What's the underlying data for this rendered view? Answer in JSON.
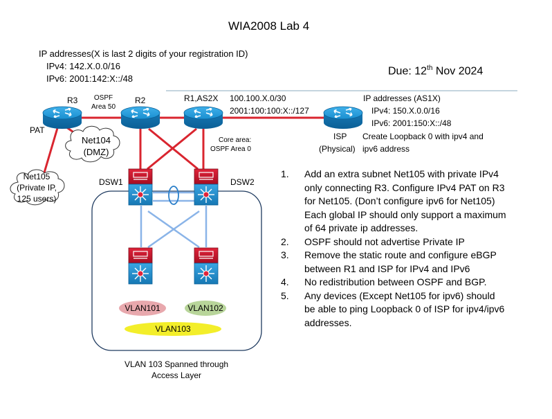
{
  "title": "WIA2008 Lab 4",
  "ip_block": {
    "heading": "IP addresses(X is last 2 digits of your registration ID)",
    "ipv4": "IPv4: 142.X.0.0/16",
    "ipv6": "IPv6: 2001:142:X::/48"
  },
  "due": {
    "prefix": "Due: 12",
    "sup": "th",
    "suffix": " Nov 2024"
  },
  "devices": {
    "r3": "R3",
    "r2": "R2",
    "r1": "R1,AS2X",
    "isp_line1": "ISP",
    "isp_line2": "(Physical)",
    "dsw1": "DSW1",
    "dsw2": "DSW2",
    "pat": "PAT"
  },
  "labels": {
    "ospf_area50_line1": "OSPF",
    "ospf_area50_line2": "Area 50",
    "link_ipv4": "100.100.X.0/30",
    "link_ipv6": "2001:100:100:X::/127",
    "core_line1": "Core area:",
    "core_line2": "OSPF Area 0",
    "net104_line1": "Net104",
    "net104_line2": "(DMZ)",
    "net105_line1": "Net105",
    "net105_line2": "(Private IP,",
    "net105_line3": "125 users)",
    "vlan101": "VLAN101",
    "vlan102": "VLAN102",
    "vlan103": "VLAN103",
    "vlan103_note_line1": "VLAN 103 Spanned through",
    "vlan103_note_line2": "Access Layer"
  },
  "isp_info": {
    "heading": "IP addresses (AS1X)",
    "ipv4": "IPv4: 150.X.0.0/16",
    "ipv6": "IPv6: 2001:150:X::/48",
    "loopback_line1": "Create Loopback 0 with ipv4 and",
    "loopback_line2": "ipv6 address"
  },
  "tasks": [
    {
      "num": "1.",
      "lines": [
        "Add an extra subnet  Net105 with private IPv4",
        "only connecting R3. Configure IPv4 PAT on R3",
        "for Net105. (Don’t configure ipv6 for Net105)",
        "Each global IP should only support a maximum",
        "of 64 private ip addresses."
      ]
    },
    {
      "num": "2.",
      "lines": [
        "OSPF should not advertise Private IP"
      ]
    },
    {
      "num": "3.",
      "lines": [
        "Remove the static route and configure eBGP",
        "between R1 and ISP for IPv4 and IPv6"
      ]
    },
    {
      "num": "4.",
      "lines": [
        "No redistribution between OSPF and BGP."
      ]
    },
    {
      "num": "5.",
      "lines": [
        "Any devices (Except Net105 for ipv6)  should",
        "be able to ping Loopback 0 of ISP for ipv4/ipv6",
        "addresses."
      ]
    }
  ],
  "colors": {
    "router_fill": "#1a8fd0",
    "router_dark": "#0b5f96",
    "link_red": "#d9252f",
    "link_blue": "#8ab4e8",
    "switch_red": "#c8102e",
    "switch_blue": "#2a92d1",
    "vlan101_fill": "#e8a8ad",
    "vlan102_fill": "#b8d59a",
    "vlan103_fill": "#f3ee2a",
    "divider": "#8aa8bf"
  }
}
